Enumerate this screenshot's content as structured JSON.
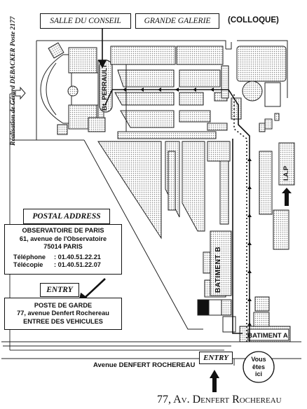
{
  "labels": {
    "salle_du_conseil": "SALLE DU CONSEIL",
    "grande_galerie": "GRANDE GALERIE",
    "colloque": "(COLLOQUE)",
    "bt_perrault": "Bt. PERRAULT",
    "iap": "I.A.P",
    "batiment_b": "BATIMENT B",
    "batiment_a": "BATIMENT A",
    "avenue": "Avenue DENFERT ROCHEREAU",
    "entry_bottom": "ENTRY",
    "vous_etes_ici": [
      "Vous",
      "êtes",
      "ici"
    ],
    "street_address": "77, Av. Denfert Rochereau"
  },
  "credit": "Réalisation de Gérard DEBACKER Poste 2177",
  "postal": {
    "title": "POSTAL ADDRESS",
    "lines": [
      "OBSERVATOIRE DE PARIS",
      "61, avenue de l'Observatoire",
      "75014 PARIS"
    ],
    "phone_label": "Téléphone",
    "phone_value": ": 01.40.51.22.21",
    "fax_label": "Télécopie",
    "fax_value": ": 01.40.51.22.07"
  },
  "entry": {
    "title": "ENTRY",
    "lines": [
      "POSTE DE GARDE",
      "77, avenue Denfert Rochereau",
      "ENTREE DES VEHICULES"
    ]
  }
}
